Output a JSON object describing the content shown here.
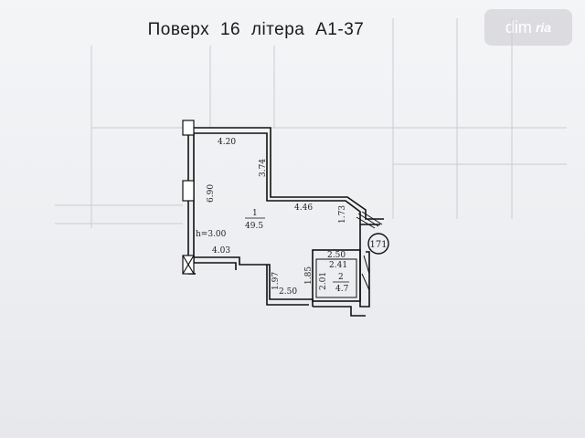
{
  "title": "Поверх  16  літера А1-37",
  "watermark": {
    "part1": "dim",
    "part2": "ria"
  },
  "rooms": [
    {
      "number": "1",
      "area": "49.5"
    },
    {
      "number": "2",
      "area": "4.7"
    }
  ],
  "height_label": "h=3.00",
  "marker": "171",
  "dimensions": {
    "top": "4.20",
    "left_height": "6.90",
    "inner_vertical": "3.74",
    "middle": "4.46",
    "right_small": "1.73",
    "bottom_left": "4.03",
    "lower_vertical": "1.97",
    "bottom": "2.50",
    "bath_vertical_a": "1.85",
    "bath_vertical_b": "2.01",
    "bath_top_a": "2.50",
    "bath_top_b": "2.41"
  }
}
